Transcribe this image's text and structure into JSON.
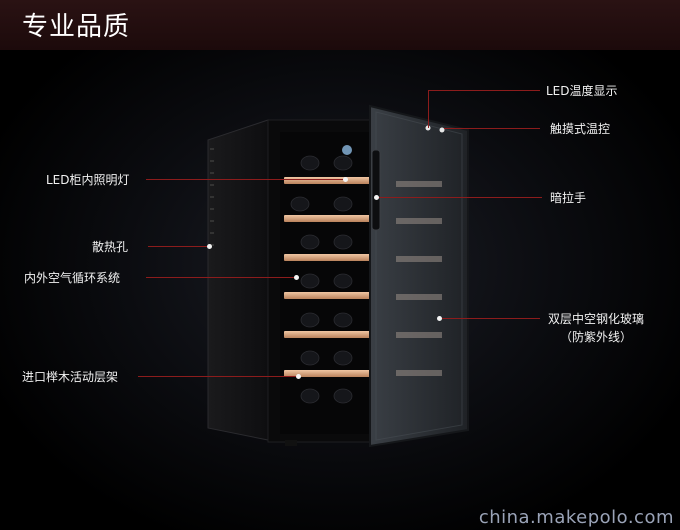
{
  "header": {
    "title": "专业品质"
  },
  "callouts": {
    "led_display": "LED温度显示",
    "touch_control": "触摸式温控",
    "led_light": "LED柜内照明灯",
    "hidden_handle": "暗拉手",
    "heat_vent": "散热孔",
    "air_circulation": "内外空气循环系统",
    "glass_line1": "双层中空钢化玻璃",
    "glass_line2": "（防紫外线）",
    "beech_shelf": "进口榉木活动层架"
  },
  "watermark": "china.makepolo.com",
  "colors": {
    "header_bg": "#1c0a0b",
    "leader_line": "#8c1c1c",
    "label_text": "#f2f2f2",
    "shelf_wood": "#d9a27d"
  }
}
